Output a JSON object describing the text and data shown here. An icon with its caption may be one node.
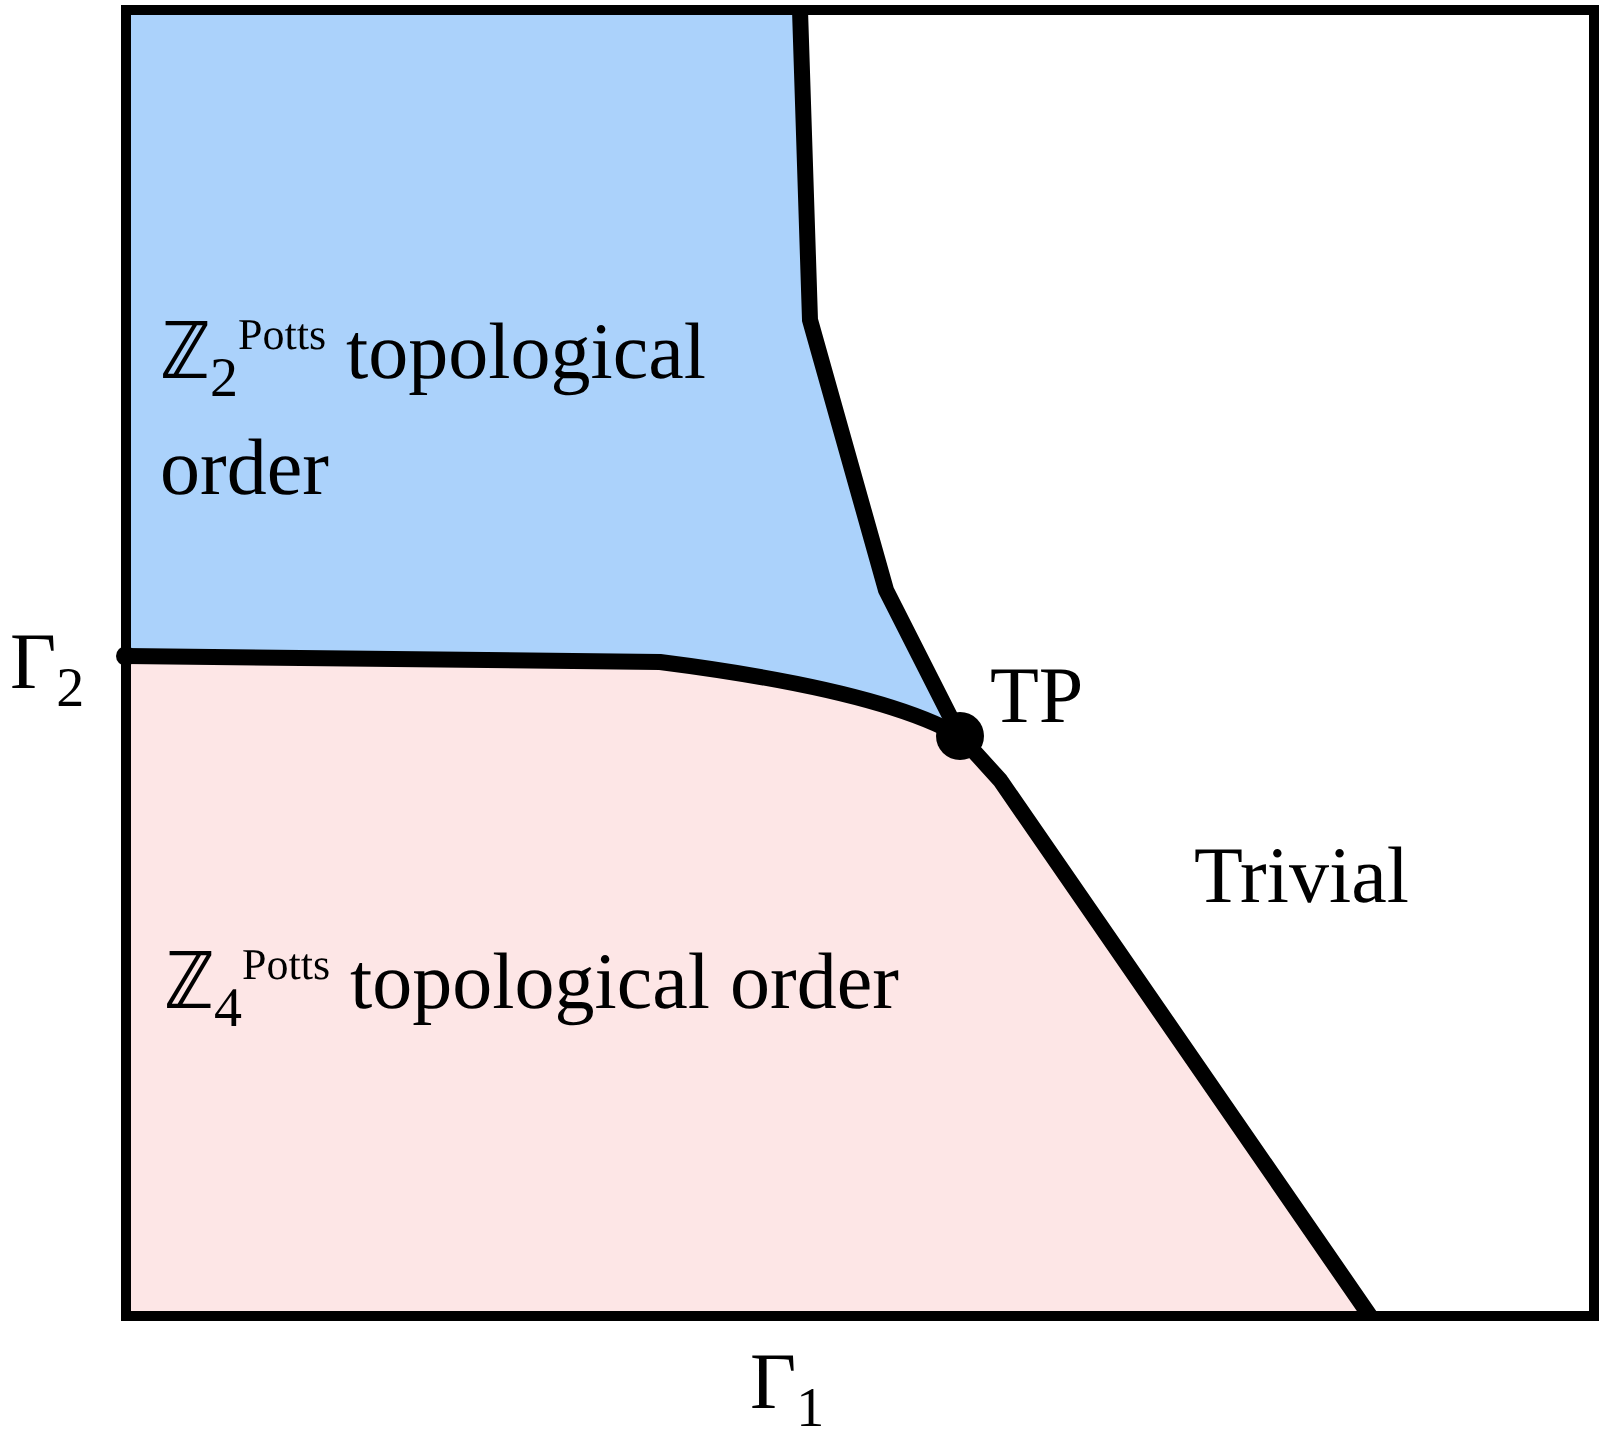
{
  "diagram": {
    "labels": [
      "ℤ$_{2}$$^{Potts}$ topological order",
      "Γ$_{2}$",
      "TP",
      "Trivial",
      "ℤ$_{4}$$^{Potts}$ topological order",
      "Γ$_{1}$"
    ]
  }
}
